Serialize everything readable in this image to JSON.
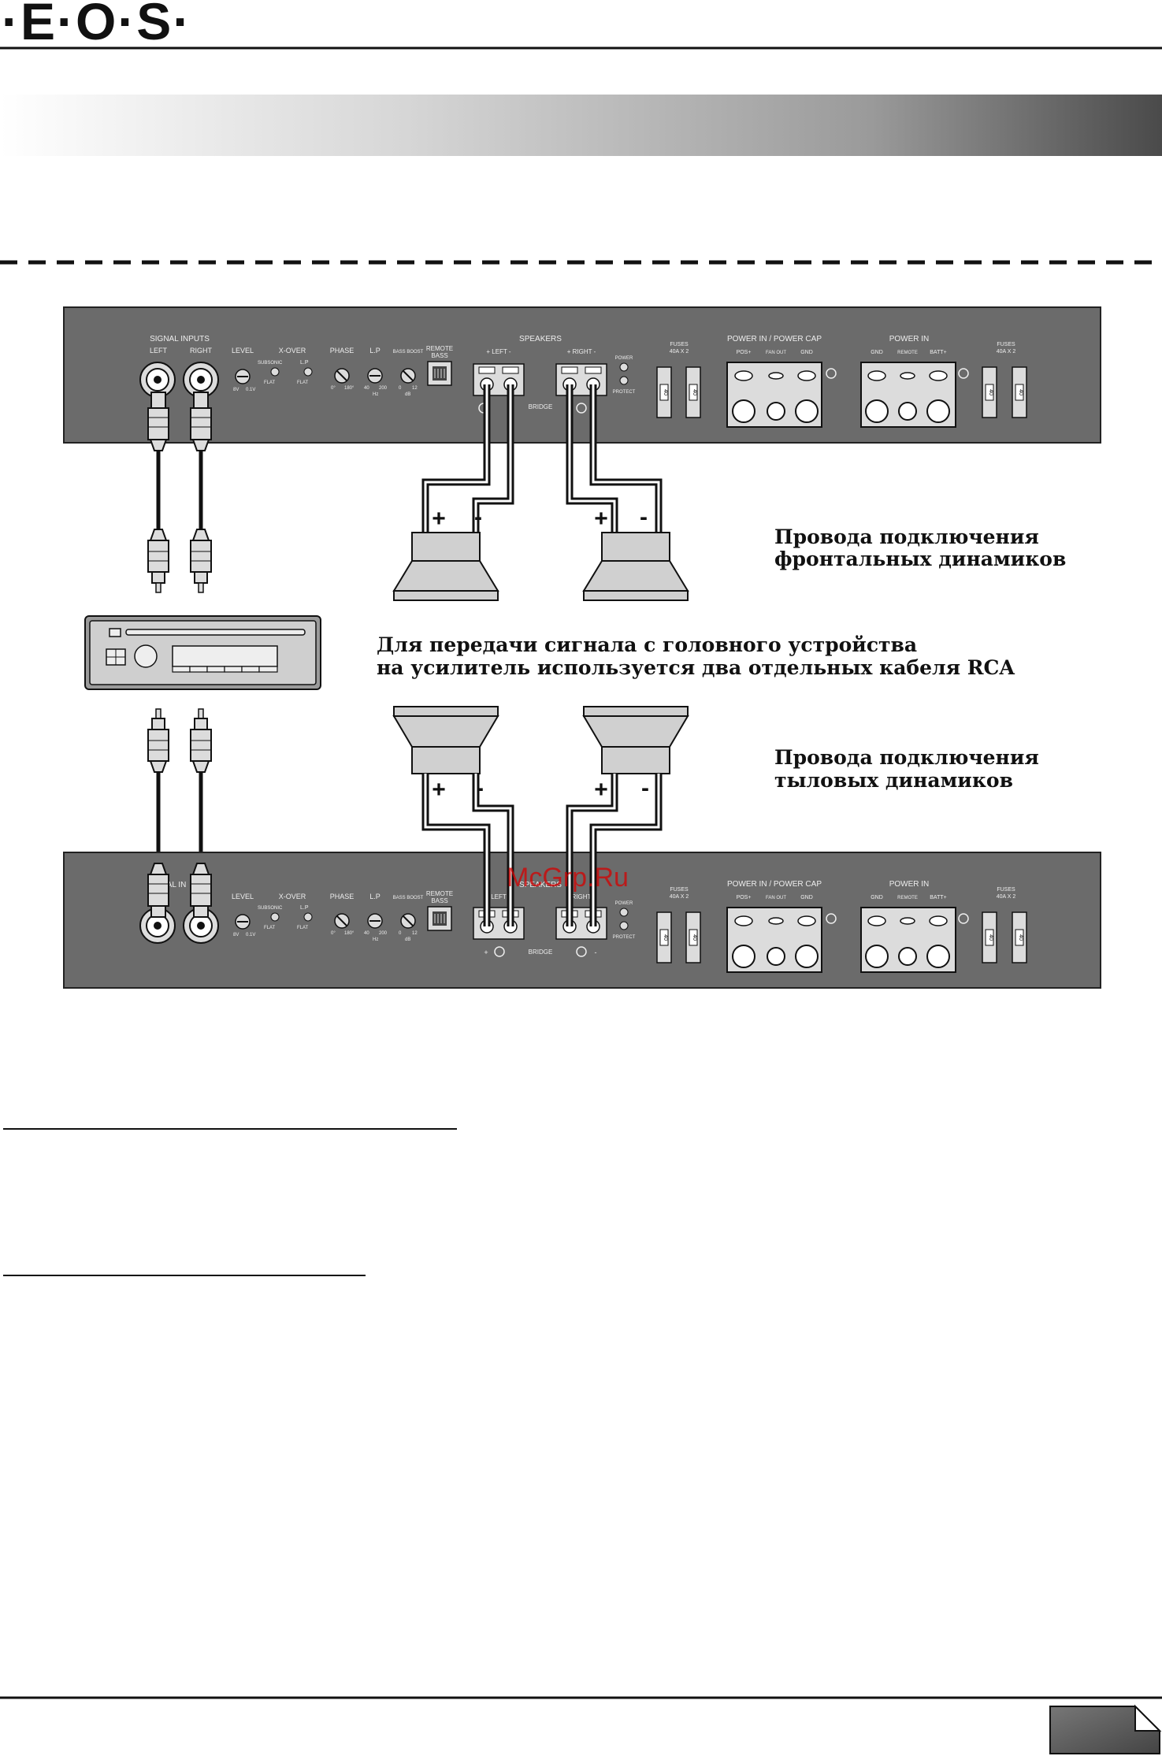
{
  "header": {
    "logo_text": "·E·O·S·"
  },
  "watermark": "McGrp.Ru",
  "amp_top": {
    "labels": {
      "signal_inputs": "SIGNAL INPUTS",
      "left": "LEFT",
      "right": "RIGHT",
      "level": "LEVEL",
      "level_min": "8V",
      "level_max": "0.1V",
      "xover": "X-OVER",
      "subsonic": "SUBSONIC",
      "lp": "L.P",
      "flat1": "FLAT",
      "flat2": "FLAT",
      "phase": "PHASE",
      "phase_0": "0°",
      "phase_180": "180°",
      "lp_knob": "L.P",
      "lp_40": "40",
      "lp_200": "200",
      "lp_hz": "Hz",
      "bass_boost": "BASS BOOST",
      "bb_0": "0",
      "bb_12": "12",
      "bb_db": "dB",
      "remote_bass_1": "REMOTE",
      "remote_bass_2": "BASS",
      "speakers": "SPEAKERS",
      "spk_left": "+ LEFT -",
      "spk_right": "+ RIGHT -",
      "bridge": "BRIDGE",
      "power": "POWER",
      "protect": "PROTECT",
      "fuses": "FUSES",
      "fuses_rating": "40A  X  2",
      "power_in_cap": "POWER IN / POWER CAP",
      "pos": "POS+",
      "fan_out": "FAN OUT",
      "gnd": "GND",
      "power_in": "POWER IN",
      "gnd2": "GND",
      "remote": "REMOTE",
      "batt": "BATT+",
      "fuses2": "FUSES",
      "fuses2_rating": "40A  X  2",
      "fuse_value": "40"
    }
  },
  "amp_bottom": {
    "labels": {
      "signal_inputs_partial": "AL IN",
      "level": "LEVEL",
      "level_min": "8V",
      "level_max": "0.1V",
      "xover": "X-OVER",
      "subsonic": "SUBSONIC",
      "lp": "L.P",
      "flat1": "FLAT",
      "flat2": "FLAT",
      "phase": "PHASE",
      "phase_0": "0°",
      "phase_180": "180°",
      "lp_knob": "L.P",
      "lp_40": "40",
      "lp_200": "200",
      "lp_hz": "Hz",
      "bass_boost": "BASS BOOST",
      "bb_0": "0",
      "bb_12": "12",
      "bb_db": "dB",
      "remote_bass_1": "REMOTE",
      "remote_bass_2": "BASS",
      "speakers_partial": "SPEAKERS",
      "spk_left": "LEFT",
      "spk_right": "RIGHT",
      "bridge": "BRIDGE",
      "bridge_plus": "+",
      "bridge_minus": "-",
      "power": "POWER",
      "protect": "PROTECT",
      "fuses": "FUSES",
      "fuses_rating": "40A  X  2",
      "power_in_cap": "POWER IN / POWER CAP",
      "pos": "POS+",
      "fan_out": "FAN OUT",
      "gnd": "GND",
      "power_in": "POWER IN",
      "gnd2": "GND",
      "remote": "REMOTE",
      "batt": "BATT+",
      "fuses2": "FUSES",
      "fuses2_rating": "40A  X  2",
      "fuse_value": "40"
    }
  },
  "speaker_signs": {
    "plus": "+",
    "minus": "-"
  },
  "captions": {
    "front_line1": "Провода подключения",
    "front_line2": "фронтальных динамиков",
    "rca_line1": "Для передачи сигнала с головного устройства",
    "rca_line2": "на усилитель используется два отдельных кабеля RCA",
    "rear_line1": "Провода подключения",
    "rear_line2": "тыловых динамиков"
  },
  "colors": {
    "amp_panel": "#6b6b6b",
    "amp_border": "#222222",
    "terminal": "#dcdcdc",
    "speaker": "#d0d0d0",
    "text": "#111111",
    "watermark": "#d40000"
  }
}
